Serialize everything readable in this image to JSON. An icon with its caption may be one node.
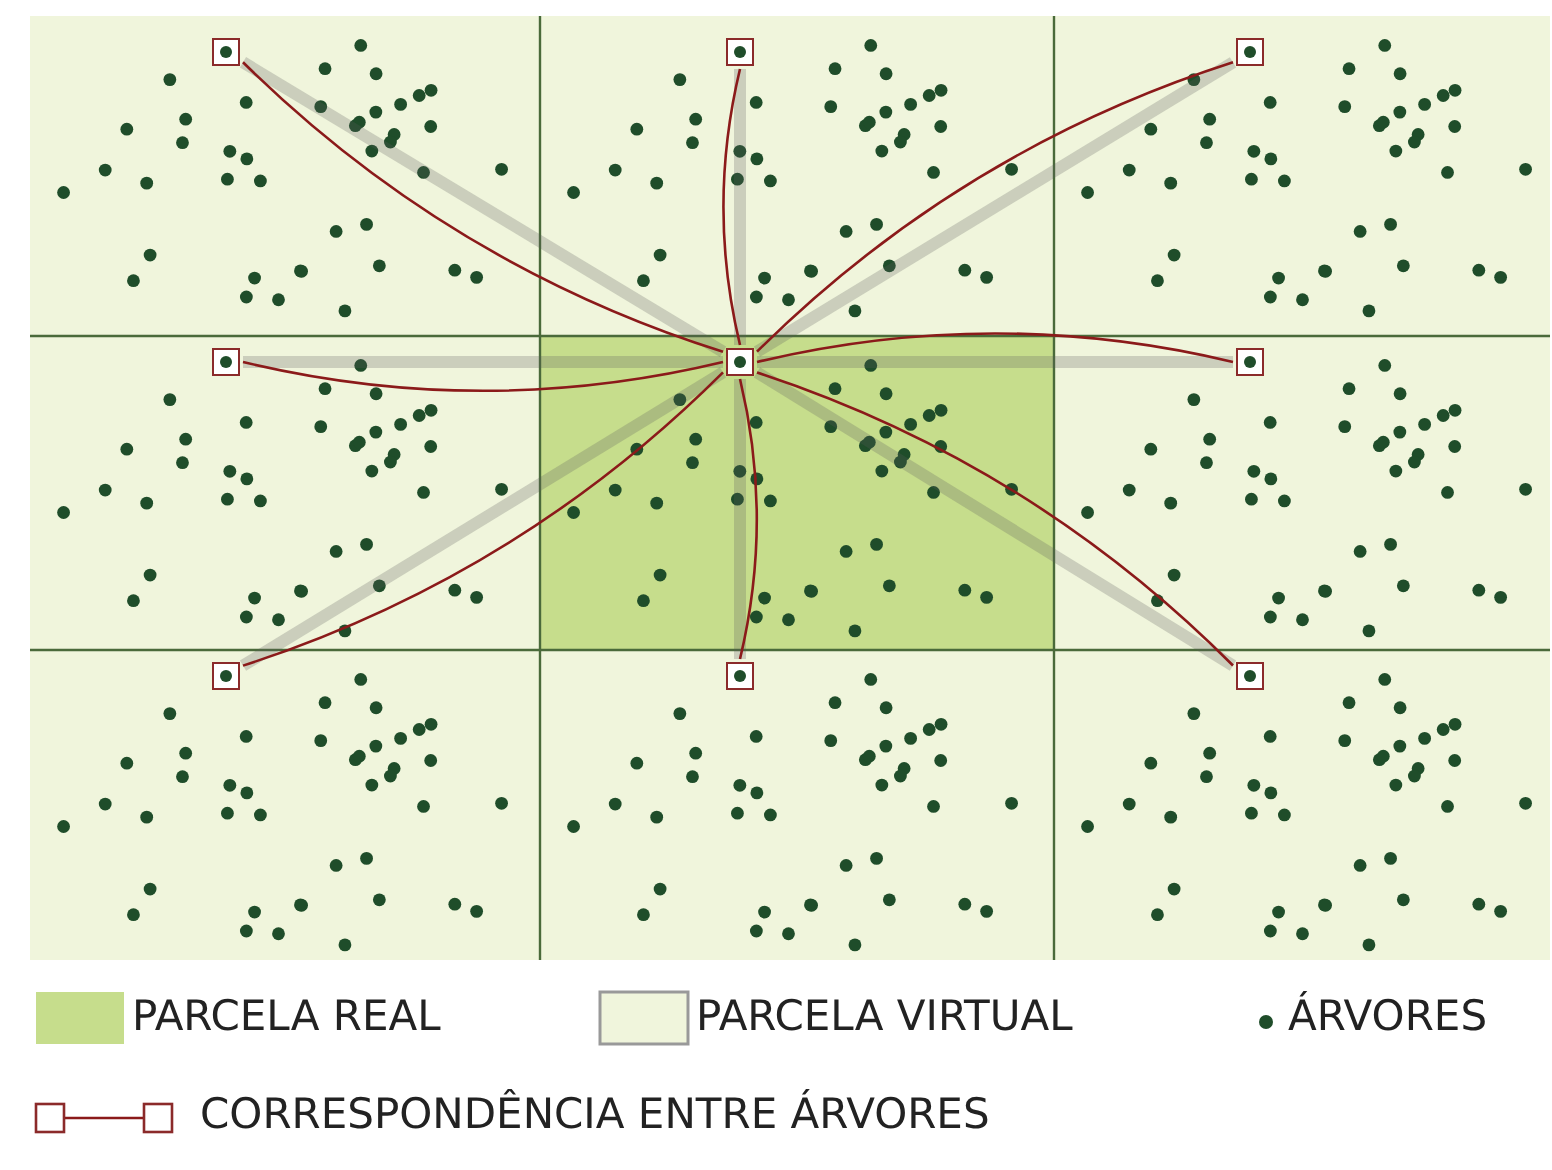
{
  "diagram": {
    "nodes": [
      {
        "text": [],
        "shape": "box"
      },
      {
        "text": [],
        "shape": "box"
      },
      {
        "text": [],
        "shape": "box"
      },
      {
        "text": [],
        "shape": "box"
      },
      {
        "text": [],
        "shape": "box"
      },
      {
        "text": [],
        "shape": "box"
      },
      {
        "text": [],
        "shape": "box"
      },
      {
        "text": [],
        "shape": "box"
      },
      {
        "text": [],
        "shape": "box"
      }
    ],
    "edges": [
      {
        "from": 4,
        "to": 0,
        "arrow": "none"
      },
      {
        "from": 4,
        "to": 1,
        "arrow": "none"
      },
      {
        "from": 4,
        "to": 2,
        "arrow": "none"
      },
      {
        "from": 4,
        "to": 3,
        "arrow": "none"
      },
      {
        "from": 4,
        "to": 5,
        "arrow": "none"
      },
      {
        "from": 4,
        "to": 6,
        "arrow": "none"
      },
      {
        "from": 4,
        "to": 7,
        "arrow": "none"
      },
      {
        "from": 4,
        "to": 8,
        "arrow": "none"
      }
    ],
    "legend": [
      {
        "text": "PARCELA REAL",
        "color": "#c6dd8c"
      },
      {
        "text": "PARCELA VIRTUAL",
        "color": "#f0f5dc"
      },
      {
        "text": "ÁRVORES"
      },
      {
        "text": "CORRESPONDÊNCIA ENTRE ÁRVORES"
      }
    ]
  }
}
